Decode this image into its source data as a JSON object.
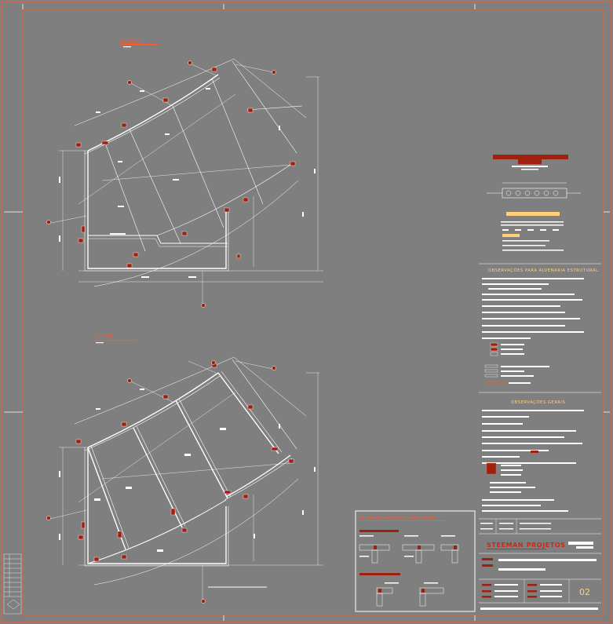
{
  "drawing": {
    "plans": [
      {
        "title": "1ª FIADA"
      },
      {
        "title": "2ª FIADA"
      }
    ],
    "notes": {
      "structural_title": "OBSERVAÇÕES PARA ALVENARIA ESTRUTURAL",
      "general_title": "OBSERVAÇÕES GERAIS"
    },
    "details": {
      "title": "DETALHE DAS AMARRAÇÕES DAS PAREDES"
    },
    "title_block": {
      "company": "STEEMAN PROJETOS",
      "sheet": "02"
    },
    "colors": {
      "background": "#7f7f7f",
      "frame": "#ff5a2a",
      "lines": "#ffffff",
      "block": "#a0200f",
      "note_header": "#ffd27a"
    }
  }
}
